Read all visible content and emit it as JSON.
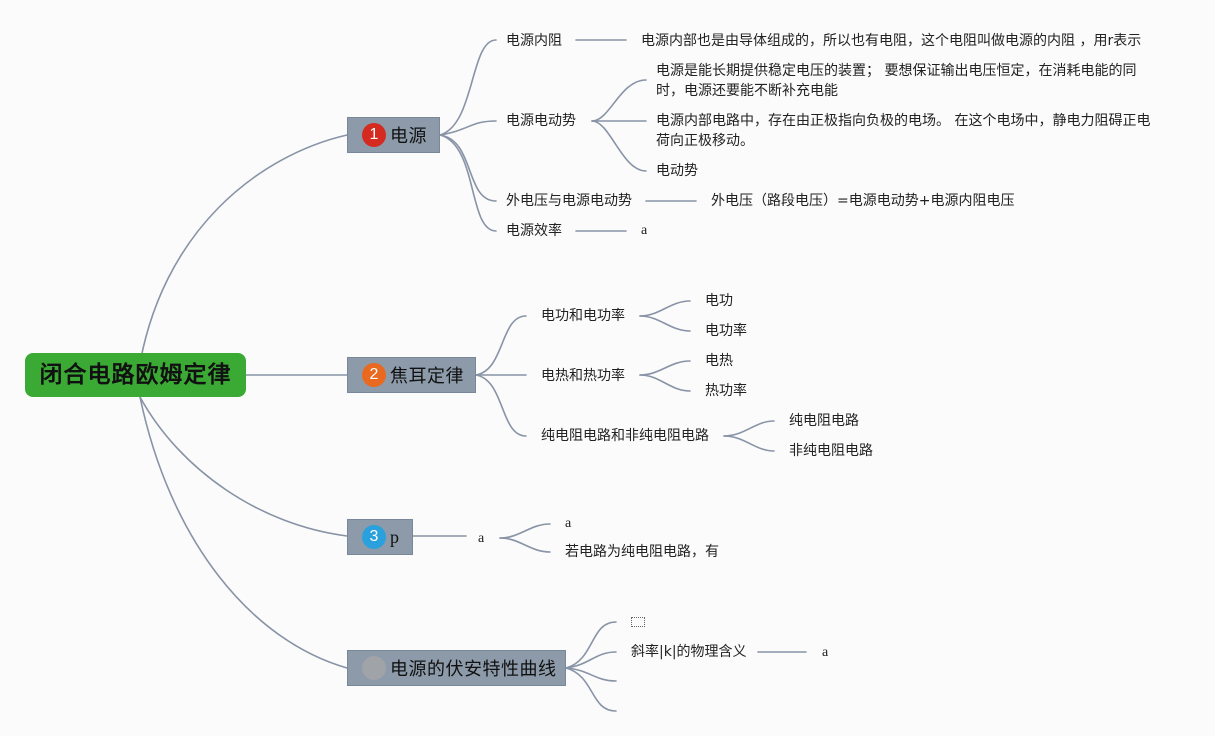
{
  "root": "闭合电路欧姆定律",
  "topics": [
    {
      "badge": "1",
      "badge_color": "#d42a1f",
      "label": "电源"
    },
    {
      "badge": "2",
      "badge_color": "#e8691f",
      "label": "焦耳定律"
    },
    {
      "badge": "3",
      "badge_color": "#2aa0dd",
      "label": "p"
    },
    {
      "badge": "",
      "badge_color": "#a0a3a8",
      "label": "电源的伏安特性曲线"
    }
  ],
  "t1": {
    "internal_resistance": "电源内阻",
    "internal_resistance_desc": "电源内部也是由导体组成的，所以也有电阻，这个电阻叫做电源的内阻 ，用r表示",
    "emf": "电源电动势",
    "emf_desc1": "电源是能长期提供稳定电压的装置； 要想保证输出电压恒定，在消耗电能的同时，电源还要能不断补充电能",
    "emf_desc2": "电源内部电路中，存在由正极指向负极的电场。 在这个电场中，静电力阻碍正电荷向正极移动。",
    "emf_desc3": "电动势",
    "ext_voltage": "外电压与电源电动势",
    "ext_voltage_desc": "外电压（路段电压）=电源电动势+电源内阻电压",
    "efficiency": "电源效率",
    "efficiency_val": "a"
  },
  "t2": {
    "work_power": "电功和电功率",
    "work": "电功",
    "power": "电功率",
    "heat_power": "电热和热功率",
    "heat": "电热",
    "thermal_power": "热功率",
    "circuits": "纯电阻电路和非纯电阻电路",
    "pure": "纯电阻电路",
    "non_pure": "非纯电阻电路"
  },
  "t3": {
    "child": "a",
    "sub1": "a",
    "sub2": "若电路为纯电阻电路，有"
  },
  "t4": {
    "slope": "斜率|k|的物理含义",
    "slope_val": "a"
  }
}
